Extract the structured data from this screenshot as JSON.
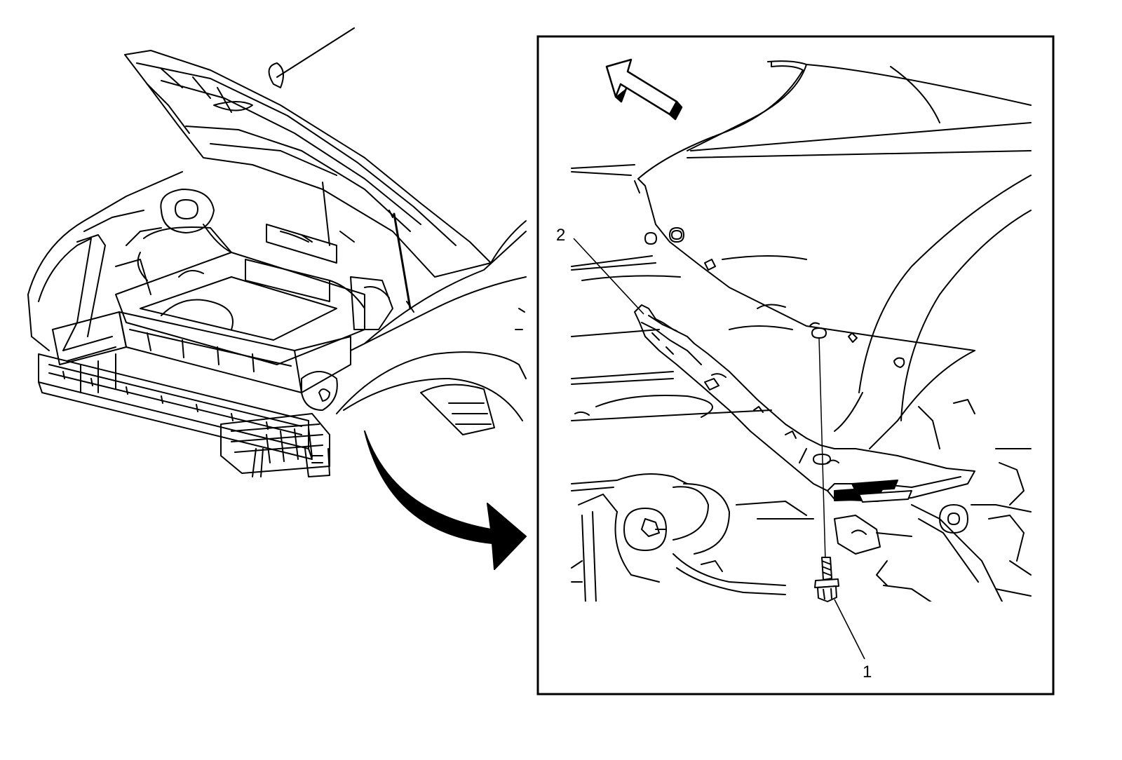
{
  "callouts": [
    {
      "id": "1",
      "label": "1"
    },
    {
      "id": "2",
      "label": "2"
    }
  ],
  "colors": {
    "line": "#000000",
    "background": "#ffffff"
  },
  "icons": [
    "forward-direction-arrow-icon",
    "detail-transition-arrow-icon",
    "bolt-icon"
  ]
}
